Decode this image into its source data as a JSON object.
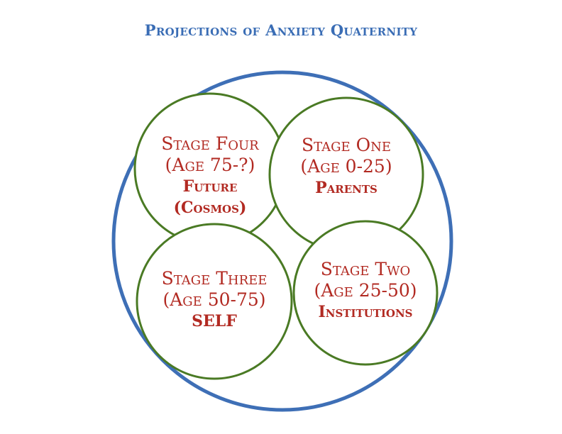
{
  "title": "Projections of Anxiety Quaternity",
  "colors": {
    "title": "#3a6db5",
    "outer_circle": "#3e6fb6",
    "inner_circles": "#4a7a24",
    "stage_text": "#b22a22"
  },
  "stages": [
    {
      "name": "Stage Four",
      "age": "(Age 75-?)",
      "projection": [
        "Future",
        "(Cosmos)"
      ]
    },
    {
      "name": "Stage One",
      "age": "(Age 0-25)",
      "projection": [
        "Parents"
      ]
    },
    {
      "name": "Stage Three",
      "age": "(Age 50-75)",
      "projection": [
        "SELF"
      ]
    },
    {
      "name": "Stage Two",
      "age": "(Age 25-50)",
      "projection": [
        "Institutions"
      ]
    }
  ]
}
